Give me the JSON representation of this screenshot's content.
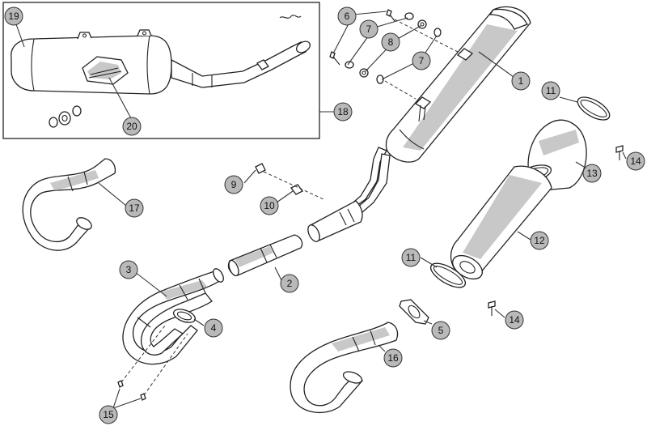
{
  "labels": {
    "p1": "1",
    "p2": "2",
    "p3": "3",
    "p4": "4",
    "p5": "5",
    "p6": "6",
    "p7a": "7",
    "p7b": "7",
    "p8": "8",
    "p9": "9",
    "p10": "10",
    "p11a": "11",
    "p11b": "11",
    "p12": "12",
    "p13": "13",
    "p14a": "14",
    "p14b": "14",
    "p15": "15",
    "p16": "16",
    "p17": "17",
    "p18": "18",
    "p19": "19",
    "p20": "20"
  }
}
